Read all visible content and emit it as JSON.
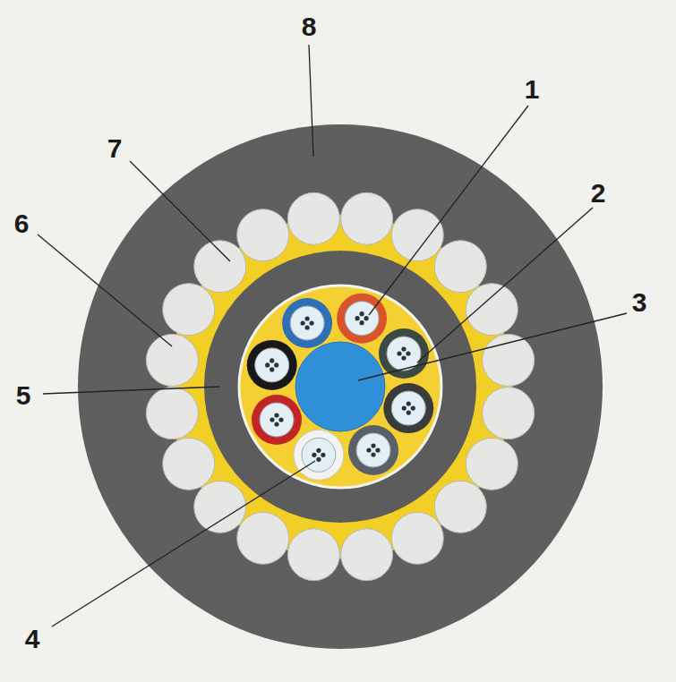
{
  "diagram": {
    "labels": [
      "8",
      "1",
      "7",
      "2",
      "6",
      "3",
      "5",
      "4"
    ]
  }
}
